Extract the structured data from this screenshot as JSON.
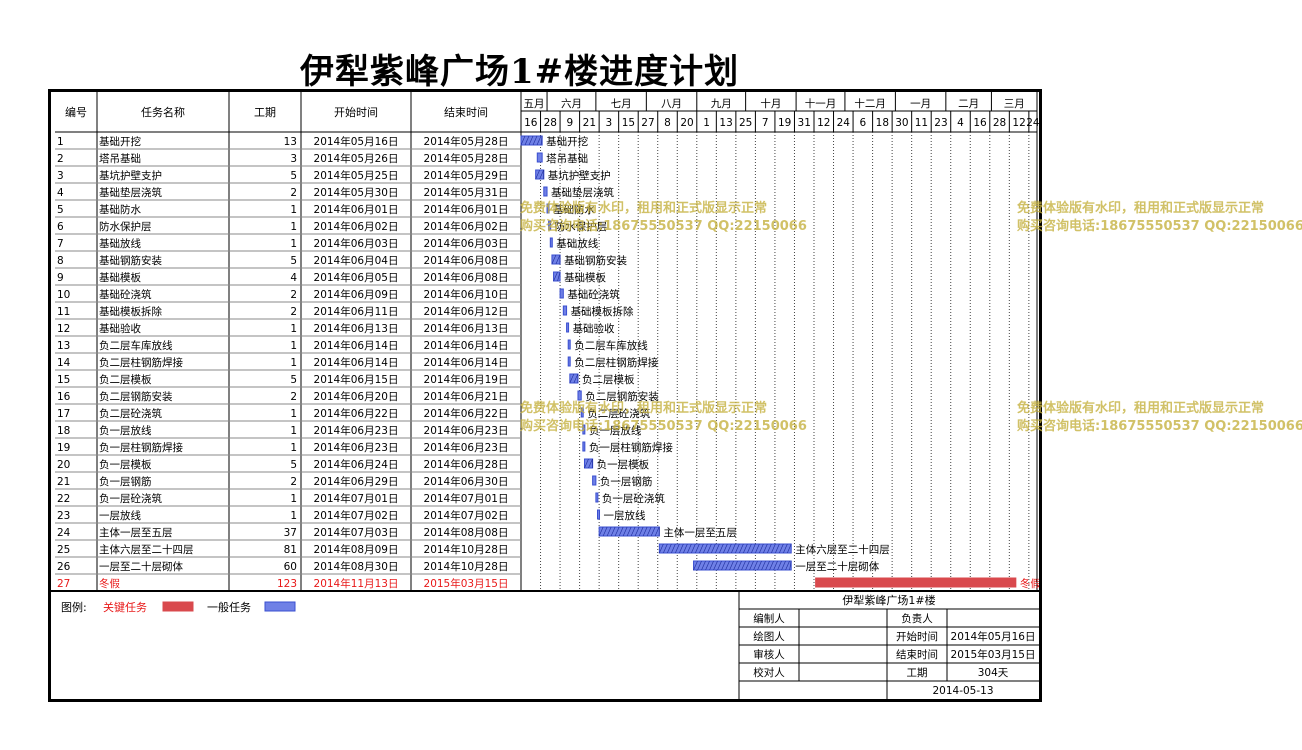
{
  "title": "伊犁紫峰广场1#楼进度计划",
  "table_headers": {
    "id": "编号",
    "name": "任务名称",
    "duration": "工期",
    "start": "开始时间",
    "end": "结束时间"
  },
  "months": [
    "五月",
    "六月",
    "七月",
    "八月",
    "九月",
    "十月",
    "十一月",
    "十二月",
    "一月",
    "二月",
    "三月"
  ],
  "day_ticks": [
    "16",
    "28",
    "9",
    "21",
    "3",
    "15",
    "27",
    "8",
    "20",
    "1",
    "13",
    "25",
    "7",
    "19",
    "31",
    "12",
    "24",
    "6",
    "18",
    "30",
    "11",
    "23",
    "4",
    "16",
    "28",
    "12",
    "24"
  ],
  "legend": {
    "label": "图例:",
    "critical": "关键任务",
    "normal": "一般任务"
  },
  "colors": {
    "critical": "#d9494d",
    "normal": "#3a4fd0",
    "critical_text": "#e81818"
  },
  "info": {
    "project": "伊犁紫峰广场1#楼",
    "editor_label": "编制人",
    "owner_label": "负责人",
    "drawer_label": "绘图人",
    "start_label": "开始时间",
    "start_value": "2014年05月16日",
    "reviewer_label": "审核人",
    "end_label": "结束时间",
    "end_value": "2015年03月15日",
    "checker_label": "校对人",
    "duration_label": "工期",
    "duration_value": "304天",
    "date": "2014-05-13"
  },
  "watermark": {
    "line1": "免费体验版有水印，租用和正式版显示正常",
    "line2": "购买咨询电话:18675550537 QQ:22150066"
  },
  "chart_data": {
    "type": "gantt",
    "title": "伊犁紫峰广场1#楼进度计划",
    "x_range": [
      "2014-05-16",
      "2015-03-29"
    ],
    "tasks": [
      {
        "id": "1",
        "name": "基础开挖",
        "duration": 13,
        "start": "2014年05月16日",
        "end": "2014年05月28日",
        "s": "2014-05-16",
        "e": "2014-05-28",
        "critical": false
      },
      {
        "id": "2",
        "name": "塔吊基础",
        "duration": 3,
        "start": "2014年05月26日",
        "end": "2014年05月28日",
        "s": "2014-05-26",
        "e": "2014-05-28",
        "critical": false
      },
      {
        "id": "3",
        "name": "基坑护壁支护",
        "duration": 5,
        "start": "2014年05月25日",
        "end": "2014年05月29日",
        "s": "2014-05-25",
        "e": "2014-05-29",
        "critical": false
      },
      {
        "id": "4",
        "name": "基础垫层浇筑",
        "duration": 2,
        "start": "2014年05月30日",
        "end": "2014年05月31日",
        "s": "2014-05-30",
        "e": "2014-05-31",
        "critical": false
      },
      {
        "id": "5",
        "name": "基础防水",
        "duration": 1,
        "start": "2014年06月01日",
        "end": "2014年06月01日",
        "s": "2014-06-01",
        "e": "2014-06-01",
        "critical": false
      },
      {
        "id": "6",
        "name": "防水保护层",
        "duration": 1,
        "start": "2014年06月02日",
        "end": "2014年06月02日",
        "s": "2014-06-02",
        "e": "2014-06-02",
        "critical": false
      },
      {
        "id": "7",
        "name": "基础放线",
        "duration": 1,
        "start": "2014年06月03日",
        "end": "2014年06月03日",
        "s": "2014-06-03",
        "e": "2014-06-03",
        "critical": false
      },
      {
        "id": "8",
        "name": "基础钢筋安装",
        "duration": 5,
        "start": "2014年06月04日",
        "end": "2014年06月08日",
        "s": "2014-06-04",
        "e": "2014-06-08",
        "critical": false
      },
      {
        "id": "9",
        "name": "基础模板",
        "duration": 4,
        "start": "2014年06月05日",
        "end": "2014年06月08日",
        "s": "2014-06-05",
        "e": "2014-06-08",
        "critical": false
      },
      {
        "id": "10",
        "name": "基础砼浇筑",
        "duration": 2,
        "start": "2014年06月09日",
        "end": "2014年06月10日",
        "s": "2014-06-09",
        "e": "2014-06-10",
        "critical": false
      },
      {
        "id": "11",
        "name": "基础模板拆除",
        "duration": 2,
        "start": "2014年06月11日",
        "end": "2014年06月12日",
        "s": "2014-06-11",
        "e": "2014-06-12",
        "critical": false
      },
      {
        "id": "12",
        "name": "基础验收",
        "duration": 1,
        "start": "2014年06月13日",
        "end": "2014年06月13日",
        "s": "2014-06-13",
        "e": "2014-06-13",
        "critical": false
      },
      {
        "id": "13",
        "name": "负二层车库放线",
        "duration": 1,
        "start": "2014年06月14日",
        "end": "2014年06月14日",
        "s": "2014-06-14",
        "e": "2014-06-14",
        "critical": false
      },
      {
        "id": "14",
        "name": "负二层柱钢筋焊接",
        "duration": 1,
        "start": "2014年06月14日",
        "end": "2014年06月14日",
        "s": "2014-06-14",
        "e": "2014-06-14",
        "critical": false
      },
      {
        "id": "15",
        "name": "负二层模板",
        "duration": 5,
        "start": "2014年06月15日",
        "end": "2014年06月19日",
        "s": "2014-06-15",
        "e": "2014-06-19",
        "critical": false
      },
      {
        "id": "16",
        "name": "负二层钢筋安装",
        "duration": 2,
        "start": "2014年06月20日",
        "end": "2014年06月21日",
        "s": "2014-06-20",
        "e": "2014-06-21",
        "critical": false
      },
      {
        "id": "17",
        "name": "负二层砼浇筑",
        "duration": 1,
        "start": "2014年06月22日",
        "end": "2014年06月22日",
        "s": "2014-06-22",
        "e": "2014-06-22",
        "critical": false
      },
      {
        "id": "18",
        "name": "负一层放线",
        "duration": 1,
        "start": "2014年06月23日",
        "end": "2014年06月23日",
        "s": "2014-06-23",
        "e": "2014-06-23",
        "critical": false
      },
      {
        "id": "19",
        "name": "负一层柱钢筋焊接",
        "duration": 1,
        "start": "2014年06月23日",
        "end": "2014年06月23日",
        "s": "2014-06-23",
        "e": "2014-06-23",
        "critical": false
      },
      {
        "id": "20",
        "name": "负一层模板",
        "duration": 5,
        "start": "2014年06月24日",
        "end": "2014年06月28日",
        "s": "2014-06-24",
        "e": "2014-06-28",
        "critical": false
      },
      {
        "id": "21",
        "name": "负一层钢筋",
        "duration": 2,
        "start": "2014年06月29日",
        "end": "2014年06月30日",
        "s": "2014-06-29",
        "e": "2014-06-30",
        "critical": false
      },
      {
        "id": "22",
        "name": "负一层砼浇筑",
        "duration": 1,
        "start": "2014年07月01日",
        "end": "2014年07月01日",
        "s": "2014-07-01",
        "e": "2014-07-01",
        "critical": false
      },
      {
        "id": "23",
        "name": "一层放线",
        "duration": 1,
        "start": "2014年07月02日",
        "end": "2014年07月02日",
        "s": "2014-07-02",
        "e": "2014-07-02",
        "critical": false
      },
      {
        "id": "24",
        "name": "主体一层至五层",
        "duration": 37,
        "start": "2014年07月03日",
        "end": "2014年08月08日",
        "s": "2014-07-03",
        "e": "2014-08-08",
        "critical": false
      },
      {
        "id": "25",
        "name": "主体六层至二十四层",
        "duration": 81,
        "start": "2014年08月09日",
        "end": "2014年10月28日",
        "s": "2014-08-09",
        "e": "2014-10-28",
        "critical": false
      },
      {
        "id": "26",
        "name": "一层至二十层砌体",
        "duration": 60,
        "start": "2014年08月30日",
        "end": "2014年10月28日",
        "s": "2014-08-30",
        "e": "2014-10-28",
        "critical": false
      },
      {
        "id": "27",
        "name": "冬假",
        "duration": 123,
        "start": "2014年11月13日",
        "end": "2015年03月15日",
        "s": "2014-11-13",
        "e": "2015-03-15",
        "critical": true
      }
    ]
  }
}
